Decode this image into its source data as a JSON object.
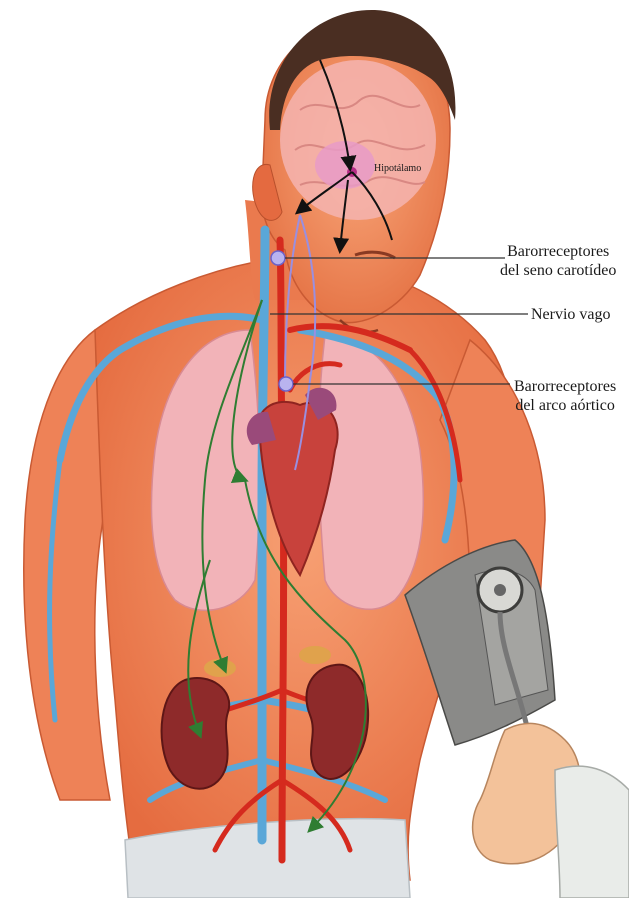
{
  "labels": {
    "hypothalamus": "Hipotálamo",
    "carotid_line1": "Barorreceptores",
    "carotid_line2": "del seno carotídeo",
    "vagus": "Nervio vago",
    "aortic_line1": "Barorreceptores",
    "aortic_line2": "del arco aórtico"
  },
  "colors": {
    "skin": "#f08a5c",
    "skin_shadow": "#e2673f",
    "hair": "#4a2e22",
    "lungs": "#f2b3b8",
    "brain": "#f5b4b0",
    "heart": "#c8423c",
    "kidney": "#8e2a2a",
    "artery": "#d52a1e",
    "vein": "#5aa7d8",
    "nerve": "#9a8fe0",
    "green_path": "#2f7d32",
    "cuff": "#8a8a88",
    "sleeve": "#e9ece9",
    "briefs": "#dfe3e6"
  }
}
